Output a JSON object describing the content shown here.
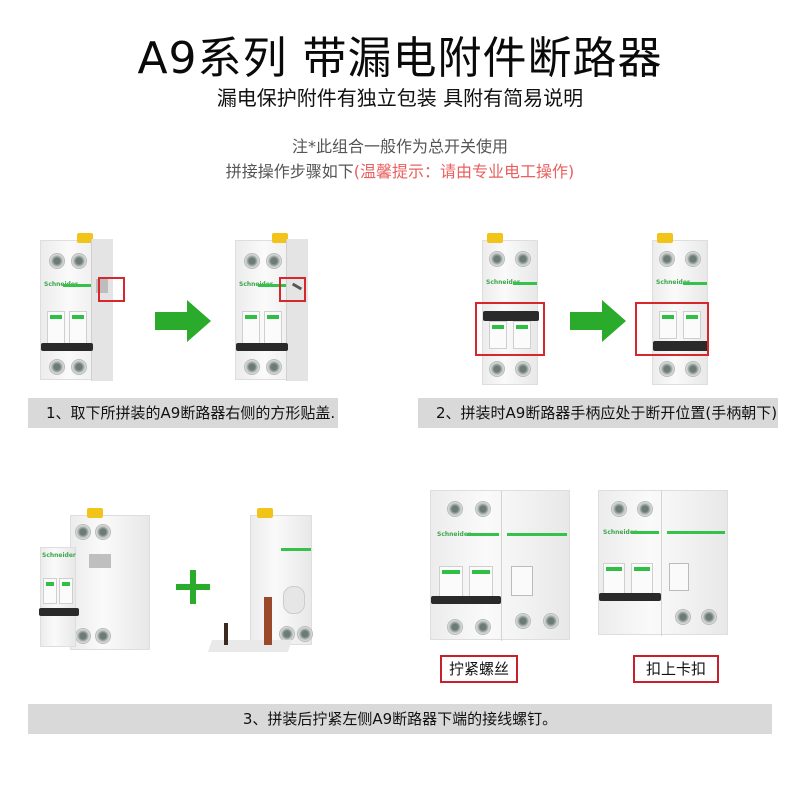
{
  "header": {
    "title": "A9系列 带漏电附件断路器",
    "subtitle": "漏电保护附件有独立包装 具附有简易说明"
  },
  "notes": {
    "line1": "注*此组合一般作为总开关使用",
    "line2_prefix": "拼接操作步骤如下",
    "line2_warning": "(温馨提示：请由专业电工操作)",
    "warning_color": "#e8605f"
  },
  "steps": [
    {
      "caption": "1、取下所拼装的A9断路器右侧的方形贴盖.",
      "images": [
        "breaker-with-cover",
        "breaker-cover-removed"
      ],
      "connector": "arrow-right-icon"
    },
    {
      "caption": "2、拼装时A9断路器手柄应处于断开位置(手柄朝下)",
      "images": [
        "breaker-handle-up",
        "breaker-handle-down"
      ],
      "connector": "arrow-right-icon"
    },
    {
      "caption": "3、拼装后拧紧左侧A9断路器下端的接线螺钉。",
      "images": [
        "breaker-plus-accessory",
        "assembled-breaker-screws",
        "assembled-breaker-clip"
      ],
      "connector": "plus-icon",
      "callouts": [
        "拧紧螺丝",
        "扣上卡扣"
      ]
    }
  ],
  "brand": {
    "label": "Schneider",
    "accent_green": "#2bab2b",
    "highlight_red": "#d8262d"
  }
}
